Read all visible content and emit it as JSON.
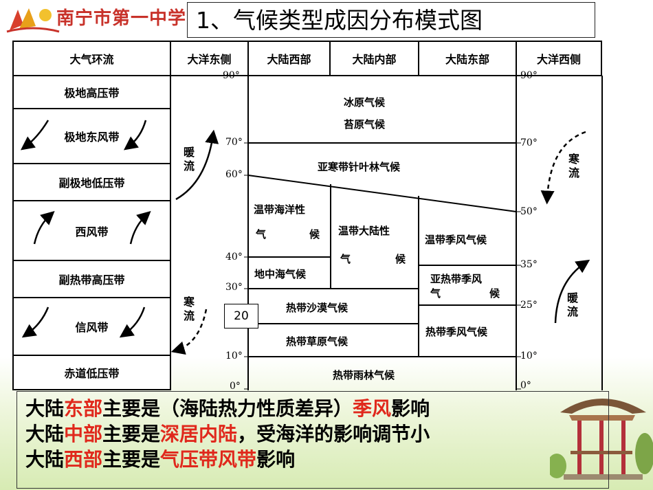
{
  "header": {
    "logo_text": "南宁市第一中学",
    "title": "1、气候类型成因分布模式图"
  },
  "left_table": {
    "header": "大气环流",
    "rows": [
      "极地高压带",
      "极地东风带",
      "副极地低压带",
      "西风带",
      "副热带高压带",
      "信风带",
      "赤道低压带"
    ]
  },
  "columns": {
    "ocean_east": "大洋东侧",
    "continent_west": "大陆西部",
    "continent_interior": "大陆内部",
    "continent_east": "大陆东部",
    "ocean_west": "大洋西侧"
  },
  "latitudes_left": [
    "90°",
    "70°",
    "60°",
    "40°",
    "30°",
    "10°",
    "0°"
  ],
  "latitudes_right": [
    "90°",
    "70°",
    "50°",
    "35°",
    "25°",
    "10°",
    "0°"
  ],
  "currents": {
    "east_warm": "暖流",
    "east_cold": "寒流",
    "west_cold": "寒流",
    "west_warm": "暖流"
  },
  "climates": {
    "ice_cap": "冰原气候",
    "tundra": "苔原气候",
    "subarctic": "亚寒带针叶林气候",
    "marine_west_a": "温带海洋性",
    "marine_west_b": "气",
    "marine_west_c": "候",
    "temperate_cont_a": "温带大陆性",
    "temperate_cont_b": "气",
    "temperate_cont_c": "候",
    "temperate_monsoon": "温带季风气候",
    "mediterranean": "地中海气候",
    "subtropical_monsoon_a": "亚热带季风",
    "subtropical_monsoon_b": "气",
    "subtropical_monsoon_c": "候",
    "tropical_desert": "热带沙漠气候",
    "tropical_savanna": "热带草原气候",
    "tropical_monsoon": "热带季风气候",
    "tropical_rainforest": "热带雨林气候"
  },
  "badge": "20",
  "notes": [
    [
      {
        "t": "大陆",
        "c": "black"
      },
      {
        "t": "东部",
        "c": "red"
      },
      {
        "t": "主要是（海陆热力性质差异）",
        "c": "black"
      },
      {
        "t": "季风",
        "c": "red"
      },
      {
        "t": "影响",
        "c": "black"
      }
    ],
    [
      {
        "t": "大陆",
        "c": "black"
      },
      {
        "t": "中部",
        "c": "red"
      },
      {
        "t": "主要是",
        "c": "black"
      },
      {
        "t": "深居内陆",
        "c": "red"
      },
      {
        "t": "，受海洋的影响调节小",
        "c": "black"
      }
    ],
    [
      {
        "t": "大陆",
        "c": "black"
      },
      {
        "t": "西部",
        "c": "red"
      },
      {
        "t": "主要是",
        "c": "black"
      },
      {
        "t": "气压带风带",
        "c": "red"
      },
      {
        "t": "影响",
        "c": "black"
      }
    ]
  ],
  "colors": {
    "red": "#e0281c",
    "logo": "#c8322a"
  },
  "icons": [
    "logo-emblem-icon",
    "pavilion-icon",
    "arrow-icon"
  ]
}
